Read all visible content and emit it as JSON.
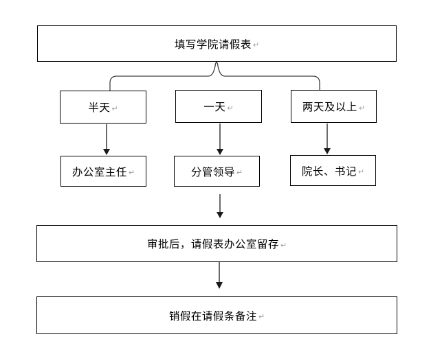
{
  "flowchart": {
    "title_box": {
      "label": "填写学院请假表"
    },
    "branches": [
      {
        "duration": "半天",
        "approver": "办公室主任"
      },
      {
        "duration": "一天",
        "approver": "分管领导"
      },
      {
        "duration": "两天及以上",
        "approver": "院长、书记"
      }
    ],
    "archive_box": {
      "label": "审批后，请假表办公室留存"
    },
    "final_box": {
      "label": "销假在请假条备注"
    },
    "paragraph_mark": "↵",
    "colors": {
      "background": "#ffffff",
      "box_fill": "#ffffff",
      "box_border": "#000000",
      "connector_line": "#404040",
      "arrow": "#1a1a1a",
      "text": "#000000",
      "paragraph_mark": "#9c9c9c"
    }
  }
}
